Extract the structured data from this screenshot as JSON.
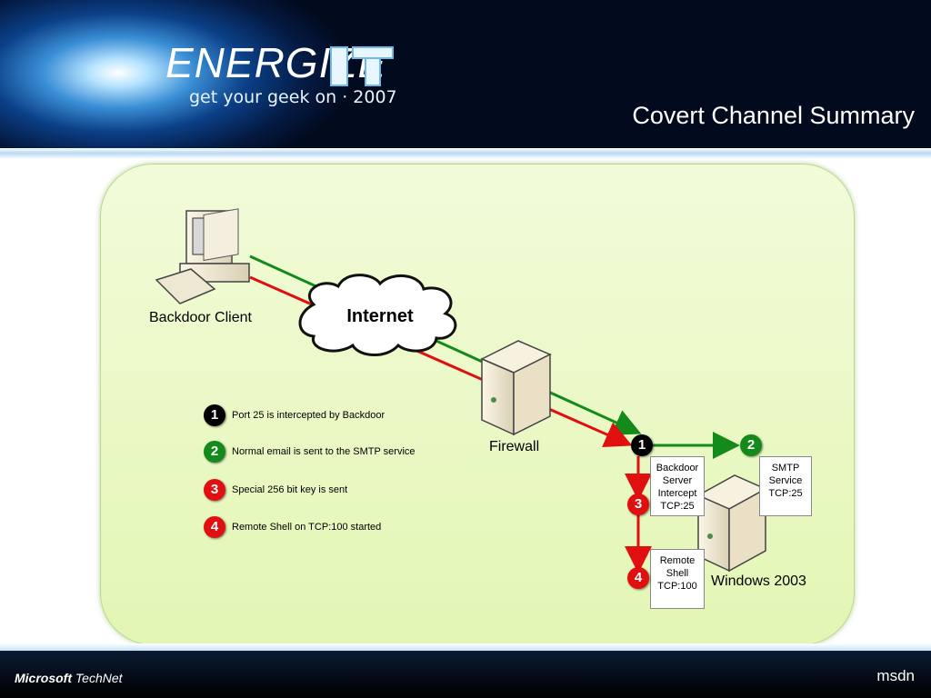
{
  "header": {
    "brand_word": "ENERGIZE",
    "brand_it": "IT",
    "tagline": "get your geek on · 2007",
    "slide_title": "Covert Channel Summary"
  },
  "diagram": {
    "client_label": "Backdoor Client",
    "cloud_label": "Internet",
    "firewall_label": "Firewall",
    "server_label": "Windows 2003",
    "box_backdoor": [
      "Backdoor",
      "Server",
      "Intercept",
      "TCP:25"
    ],
    "box_smtp": [
      "SMTP",
      "Service",
      "TCP:25"
    ],
    "box_shell": [
      "Remote",
      "Shell",
      "TCP:100"
    ],
    "colors": {
      "green": "#138a1a",
      "red": "#e01010",
      "black": "#000000"
    }
  },
  "legend": [
    {
      "num": "1",
      "color": "black",
      "text": "Port 25 is intercepted by Backdoor"
    },
    {
      "num": "2",
      "color": "green",
      "text": "Normal email is sent to the SMTP service"
    },
    {
      "num": "3",
      "color": "red",
      "text": "Special 256 bit key is sent"
    },
    {
      "num": "4",
      "color": "red",
      "text": "Remote Shell on TCP:100 started"
    }
  ],
  "badges": {
    "b1": "1",
    "b2": "2",
    "b3": "3",
    "b4": "4"
  },
  "footer": {
    "technet_brand": "Microsoft",
    "technet_product": "TechNet",
    "msdn": "msdn"
  }
}
